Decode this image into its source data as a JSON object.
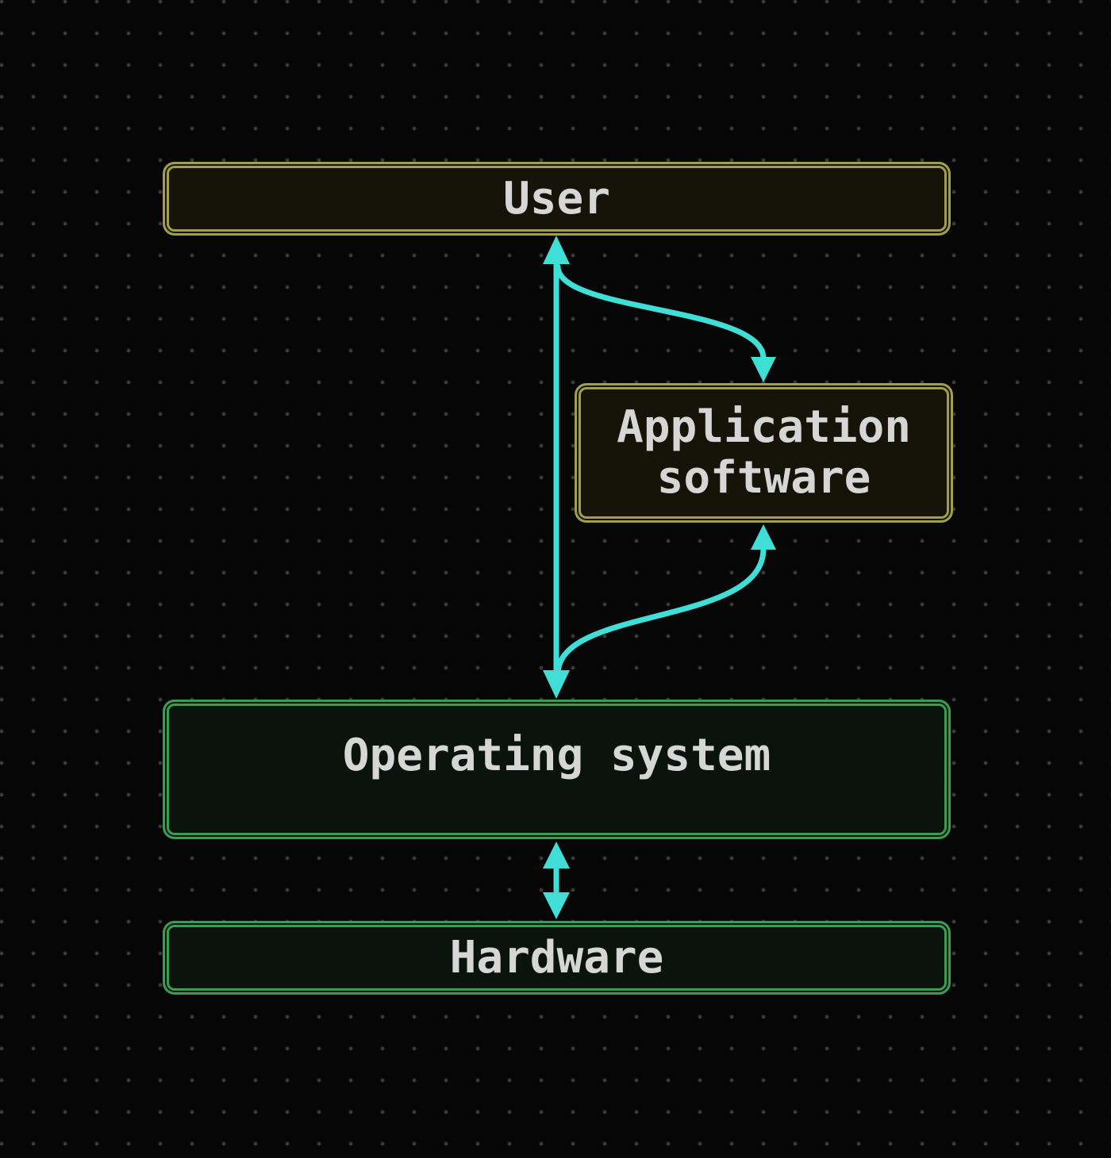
{
  "colors": {
    "bg": "#070707",
    "dot": "#3a3a3a",
    "arrow": "#3fded6",
    "olive-border": "#a09f4e",
    "olive-bg": "#161408",
    "green-border": "#3a9e52",
    "green-bg": "#0a140d",
    "text": "#d6d6d6"
  },
  "nodes": {
    "user": {
      "label": "User"
    },
    "application": {
      "label": "Application software"
    },
    "os": {
      "label": "Operating system"
    },
    "hardware": {
      "label": "Hardware"
    }
  },
  "arrows": {
    "user_os": "bidirectional vertical arrow between User and Operating system",
    "user_application": "curved arrow from User line into top of Application software",
    "os_application": "curved arrow from Operating system line into bottom of Application software",
    "os_hardware": "bidirectional vertical arrow between Operating system and Hardware"
  }
}
